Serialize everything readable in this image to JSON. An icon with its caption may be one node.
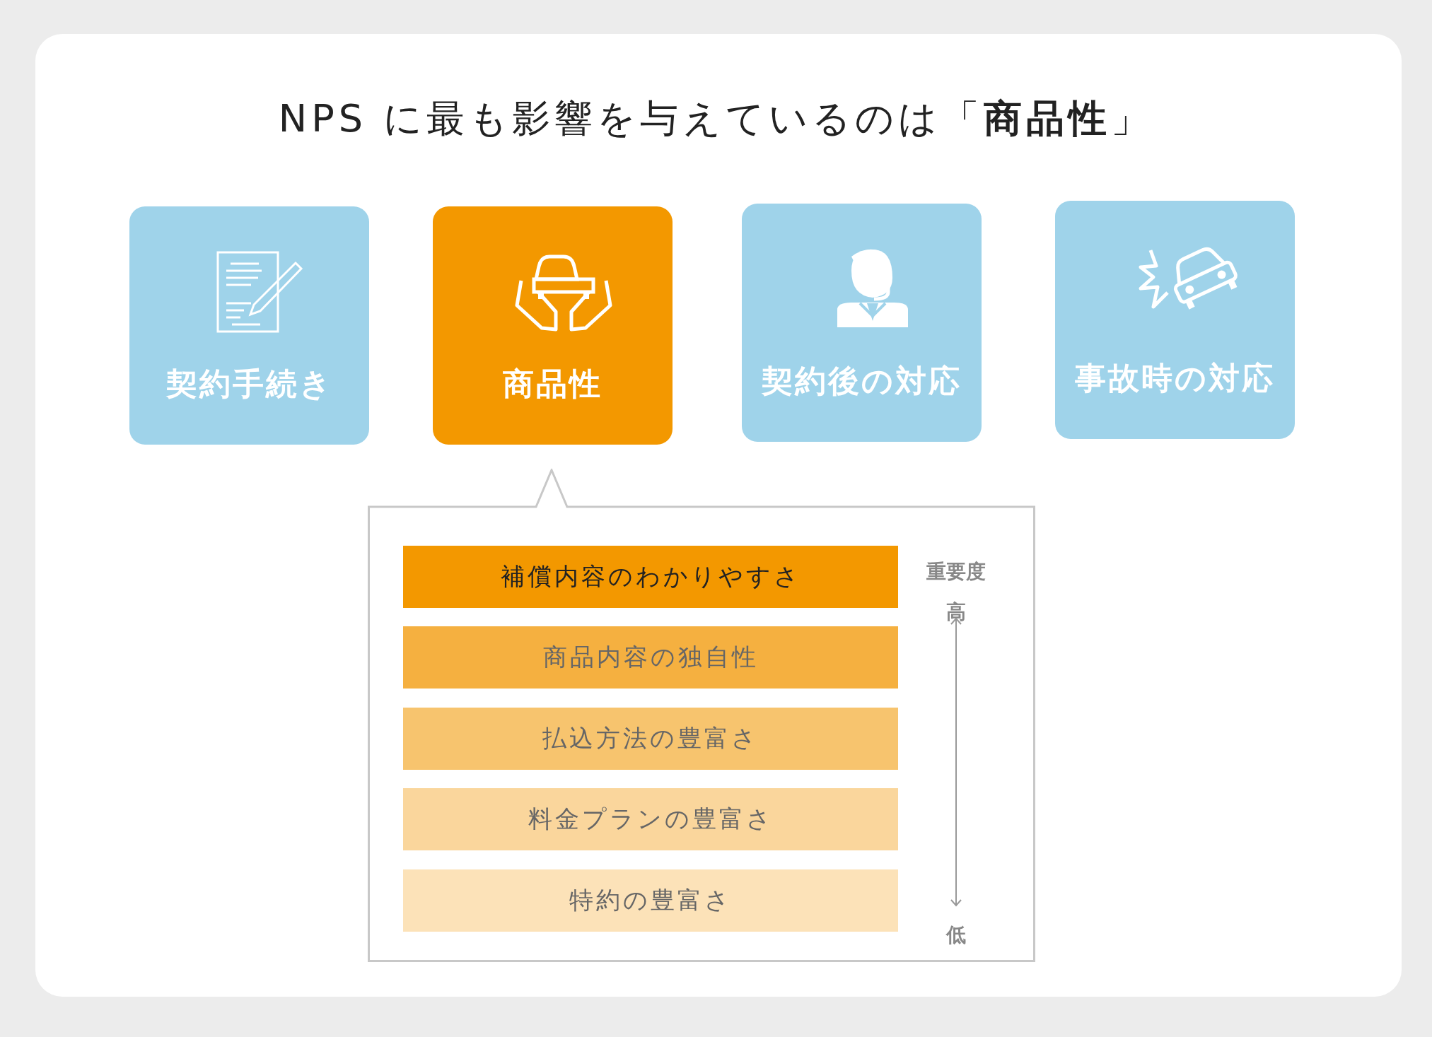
{
  "diagram": {
    "title": "NPS に最も影響を与えているのは「**商品性**」",
    "nodes": [
      {
        "text": [
          "契約手続き"
        ]
      },
      {
        "text": [
          "商品性"
        ]
      },
      {
        "text": [
          "契約後の対応"
        ]
      },
      {
        "text": [
          "事故時の対応"
        ]
      },
      {
        "text": [],
        "shape": "box"
      },
      {
        "text": [
          "補償内容のわかりやすさ"
        ],
        "in": 4
      },
      {
        "text": [
          "商品内容の独自性"
        ],
        "in": 4
      },
      {
        "text": [
          "払込方法の豊富さ"
        ],
        "in": 4
      },
      {
        "text": [
          "料金プランの豊富さ"
        ],
        "in": 4
      },
      {
        "text": [
          "特約の豊富さ"
        ],
        "in": 4
      }
    ],
    "labels": [
      "重要度",
      "高",
      "低"
    ]
  }
}
